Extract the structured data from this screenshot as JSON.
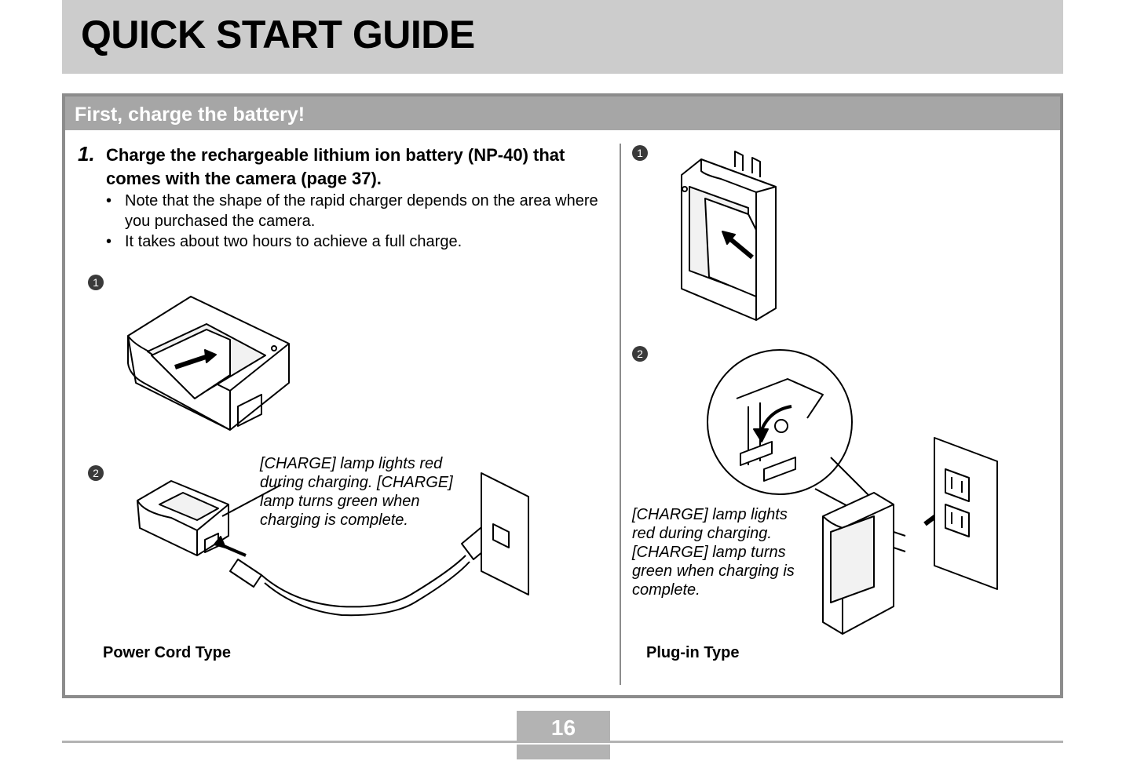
{
  "header": {
    "title": "QUICK START GUIDE"
  },
  "section": {
    "title": "First, charge the battery!"
  },
  "step": {
    "number": "1.",
    "title": "Charge the rechargeable lithium ion battery (NP-40) that comes with the camera (page 37).",
    "notes": [
      "Note that the shape of the rapid charger depends on the area where you purchased the camera.",
      "It takes about two hours to achieve a full charge."
    ],
    "bullet": "•"
  },
  "left_panel": {
    "marker_1": "1",
    "marker_2": "2",
    "caption": "[CHARGE] lamp lights red during charging. [CHARGE] lamp turns green when charging is complete.",
    "label": "Power Cord Type"
  },
  "right_panel": {
    "marker_1": "1",
    "marker_2": "2",
    "caption": "[CHARGE] lamp lights red during charging. [CHARGE] lamp turns green when charging is complete.",
    "label": "Plug-in Type"
  },
  "footer": {
    "page_number": "16"
  }
}
